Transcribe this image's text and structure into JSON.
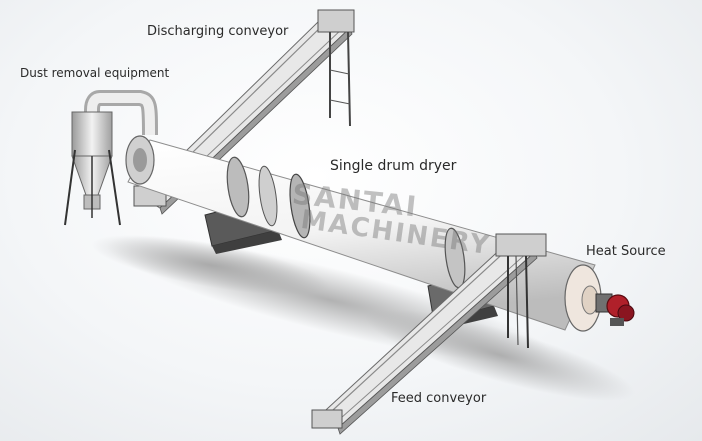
{
  "labels": {
    "discharging_conveyor": "Discharging conveyor",
    "dust_removal": "Dust removal equipment",
    "drum_dryer": "Single drum dryer",
    "heat_source": "Heat Source",
    "feed_conveyor": "Feed conveyor"
  },
  "watermark": {
    "line1": "SANTAI",
    "line2": "MACHINERY"
  }
}
